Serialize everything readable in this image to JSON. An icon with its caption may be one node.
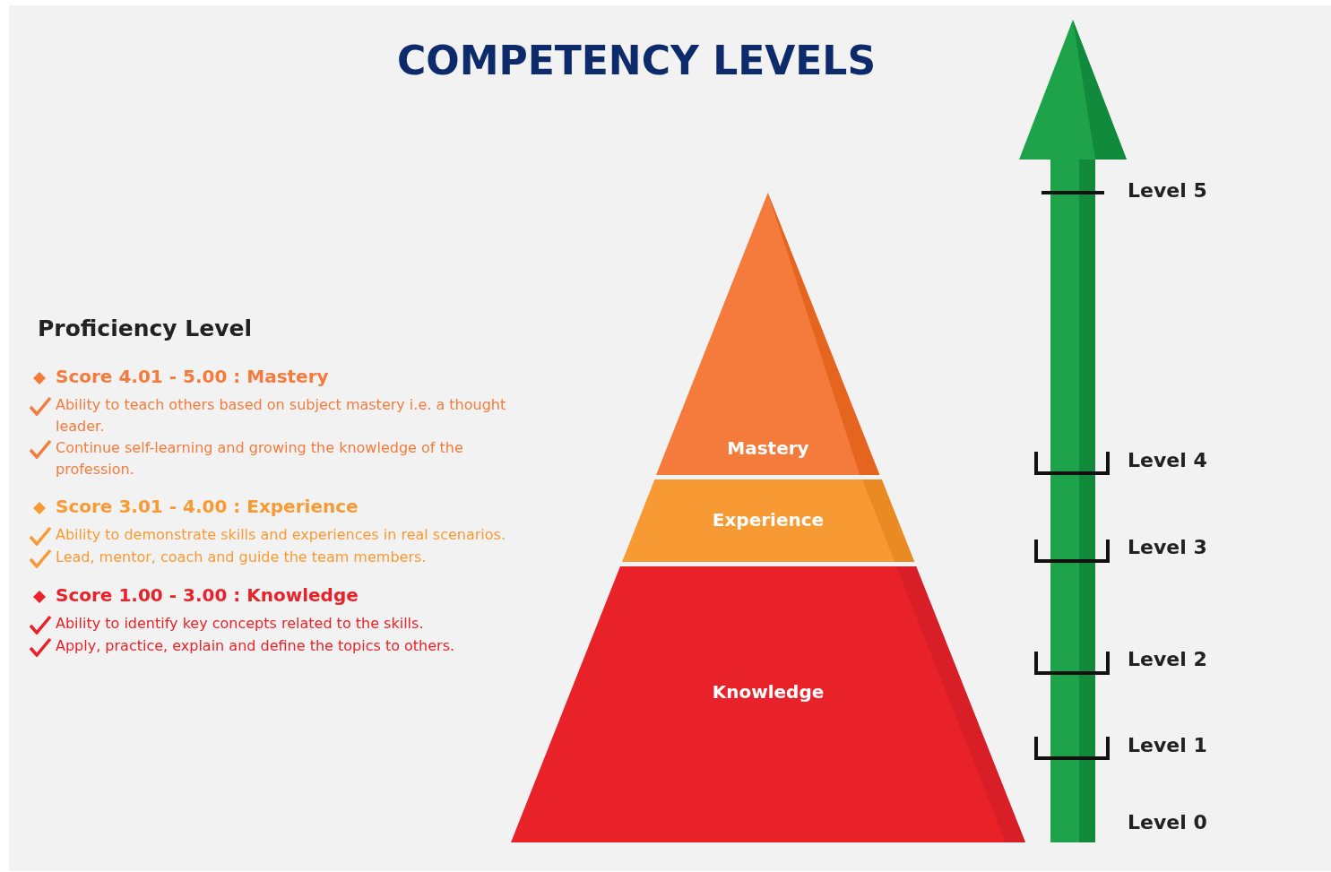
{
  "diagram": {
    "title": "COMPETENCY LEVELS",
    "nodes": [
      {
        "text": [
          "Mastery"
        ]
      },
      {
        "text": [
          "Experience"
        ]
      },
      {
        "text": [
          "Knowledge"
        ]
      }
    ],
    "labels": [
      "Proficiency Level",
      "Score 4.01 - 5.00 : Mastery",
      "Ability to teach others based on subject mastery i.e. a thought leader.",
      "Continue self-learning and growing the knowledge of the profession.",
      "Score 3.01 - 4.00 : Experience",
      "Ability to demonstrate skills and experiences in real scenarios.",
      "Lead, mentor, coach and guide the team members.",
      "Score 1.00 - 3.00 : Knowledge",
      "Ability to identify key concepts related to the skills.",
      "Apply, practice, explain and define the topics to others.",
      "Level 5",
      "Level 4",
      "Level 3",
      "Level 2",
      "Level 1",
      "Level 0"
    ]
  }
}
